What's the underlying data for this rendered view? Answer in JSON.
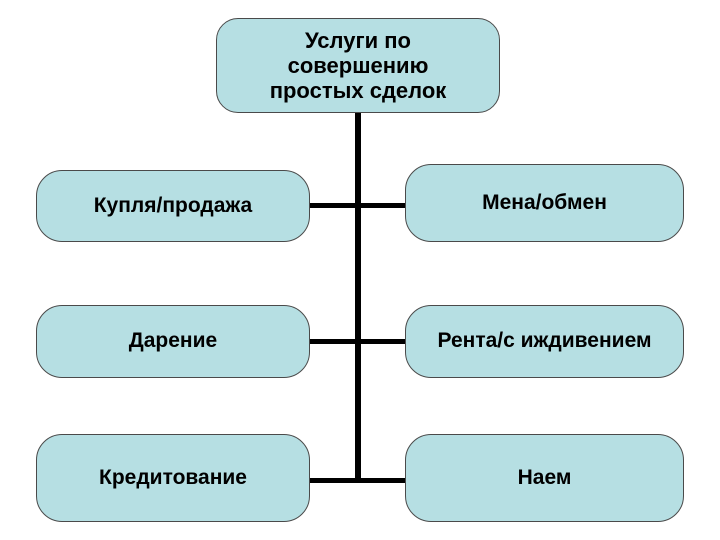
{
  "diagram": {
    "type": "tree",
    "title": "Услуги по\nсовершению\nпростых сделок",
    "root": {
      "label": "Услуги по\nсовершению\nпростых сделок"
    },
    "nodes": [
      {
        "label": "Купля/продажа",
        "side": "left",
        "row": 1
      },
      {
        "label": "Мена/обмен",
        "side": "right",
        "row": 1
      },
      {
        "label": "Дарение",
        "side": "left",
        "row": 2
      },
      {
        "label": "Рента/с иждивением",
        "side": "right",
        "row": 2
      },
      {
        "label": "Кредитование",
        "side": "left",
        "row": 3
      },
      {
        "label": "Наем",
        "side": "right",
        "row": 3
      }
    ],
    "colors": {
      "node_fill": "#b6dfe3",
      "node_border": "#4a4a4a",
      "connector": "#000000",
      "text": "#000000",
      "background": "#ffffff"
    }
  }
}
